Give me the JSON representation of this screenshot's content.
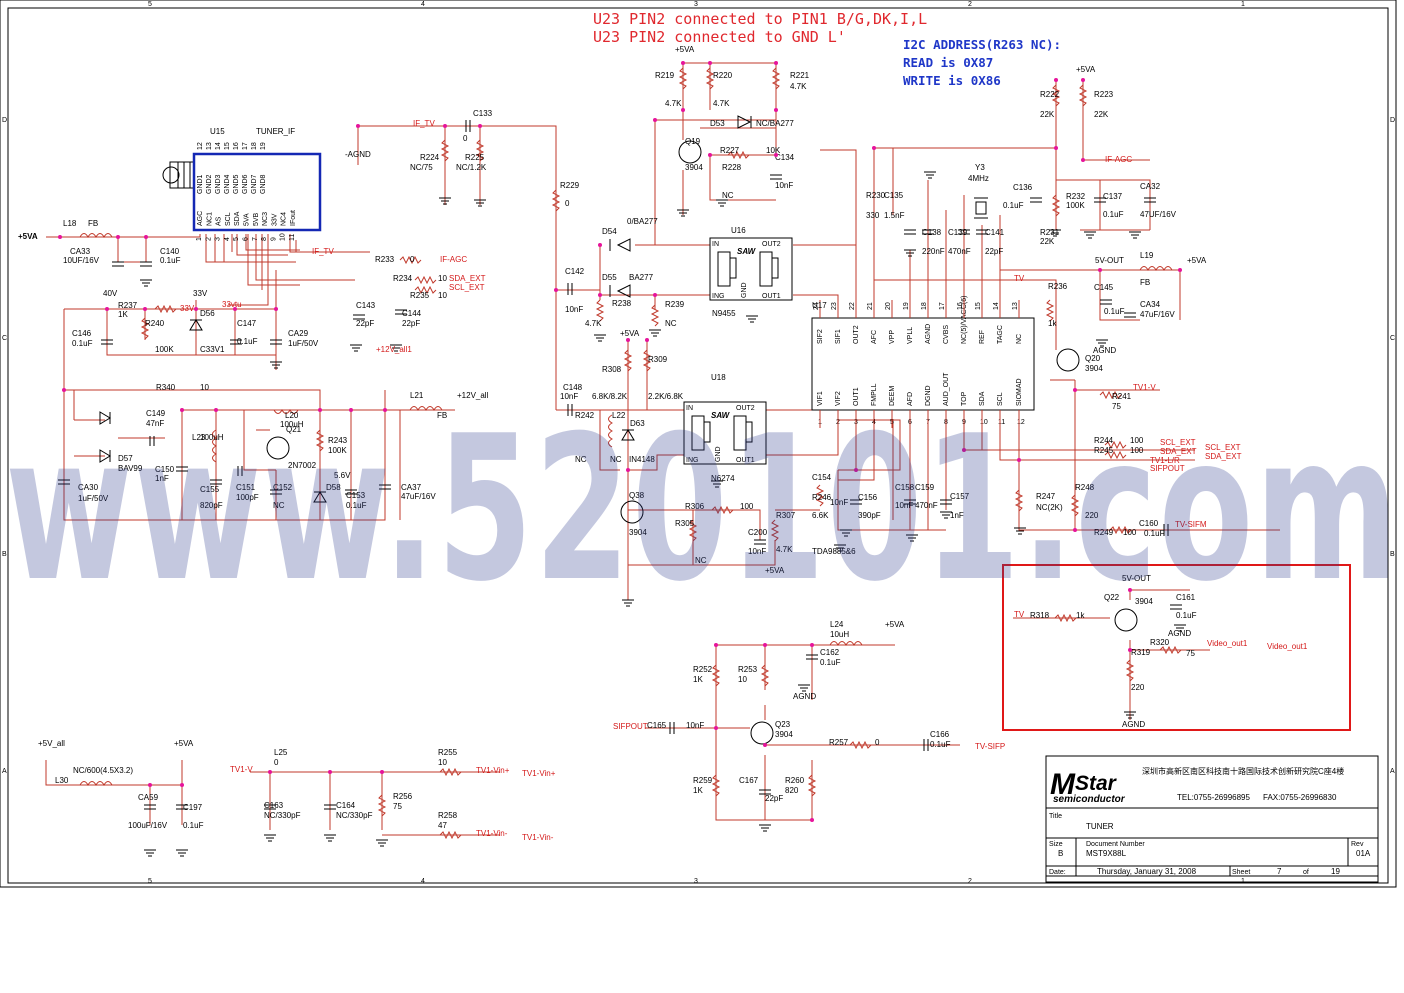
{
  "notes": [
    "U23 PIN2 connected to PIN1 B/G,DK,I,L",
    "U23 PIN2 connected to GND L'"
  ],
  "i2c": [
    "I2C ADDRESS(R263 NC):",
    "READ is 0X87",
    "WRITE is 0X86"
  ],
  "watermark": "www.520101.com",
  "border_cols": [
    "5",
    "4",
    "3",
    "2",
    "1"
  ],
  "border_rows": [
    "D",
    "C",
    "B",
    "A"
  ],
  "tuner": {
    "ref": "U15",
    "name": "TUNER_IF",
    "pins": [
      "GND1",
      "GND2",
      "GND3",
      "GND4",
      "GND5",
      "GND6",
      "GND7",
      "GND8"
    ],
    "left_pins": [
      "AGC",
      "NC1",
      "AS",
      "SCL",
      "SDA",
      "5VA",
      "5VB",
      "NC3",
      "33V",
      "NC4",
      "IFout"
    ],
    "pin_nums_top": [
      "12",
      "13",
      "14",
      "15",
      "16",
      "17",
      "18",
      "19"
    ],
    "pin_nums_bot": [
      "1",
      "2",
      "3",
      "4",
      "5",
      "6",
      "7",
      "8",
      "9",
      "10",
      "11"
    ]
  },
  "power": {
    "p5va": "+5VA",
    "p40v": "40V",
    "p33v": "33V",
    "p12v": "+12V_all1",
    "p12v2": "+12V_all",
    "v5out": "5V-OUT",
    "agnd": "AGND",
    "p5vall": "+5V_all"
  },
  "nets": {
    "if_tv": "IF_TV",
    "if_tv2": "IF_TV",
    "if_agc": "IF-AGC",
    "if_agc2": "IF-AGC",
    "sda": "SDA_EXT",
    "scl": "SCL_EXT",
    "scl_r": "SCL_EXT",
    "sda_r": "SDA_EXT",
    "scl2": "SCL_EXT",
    "sda2": "SDA_EXT",
    "tv": "TV",
    "tv1v": "TV1-V",
    "tv1lr": "TV1-L/R",
    "sifpout": "SIFPOUT",
    "tvsifm": "TV-SIFM",
    "tvsifp": "TV-SIFP",
    "video": "Video_out1",
    "video2": "Video_out1",
    "tv1vin": "TV1-Vin+",
    "tv1vinp": "TV1-Vin+",
    "tv1vinn": "TV1-Vin-",
    "tv1vinn2": "TV1-Vin-",
    "agnd_t": "-AGND",
    "v33": "33V",
    "v33t": "33vtu",
    "sifpout2": "SIFPOUT",
    "tv2": "TV",
    "tv1v2": "TV1-V"
  },
  "comps": [
    {
      "r": "L18",
      "v": "FB"
    },
    {
      "r": "CA33",
      "v": "10UF/16V"
    },
    {
      "r": "C140",
      "v": "0.1uF"
    },
    {
      "r": "R237",
      "v": "1K"
    },
    {
      "r": "R240",
      "v": "100K"
    },
    {
      "r": "D56",
      "v": "C33V1"
    },
    {
      "r": "C147",
      "v": "0.1uF"
    },
    {
      "r": "CA29",
      "v": "1uF/50V"
    },
    {
      "r": "C146",
      "v": "0.1uF"
    },
    {
      "r": "R340",
      "v": "10"
    },
    {
      "r": "C149",
      "v": "47nF"
    },
    {
      "r": "D57",
      "v": "BAV99"
    },
    {
      "r": "CA30",
      "v": "1uF/50V"
    },
    {
      "r": "C150",
      "v": "1nF"
    },
    {
      "r": "L23",
      "v": "100uH"
    },
    {
      "r": "C155",
      "v": "820pF"
    },
    {
      "r": "C151",
      "v": "100pF"
    },
    {
      "r": "L20",
      "v": "100uH"
    },
    {
      "r": "Q21",
      "v": "2N7002"
    },
    {
      "r": "C152",
      "v": "NC"
    },
    {
      "r": "D58",
      "v": "5.6V"
    },
    {
      "r": "R243",
      "v": "100K"
    },
    {
      "r": "C153",
      "v": "0.1uF"
    },
    {
      "r": "CA37",
      "v": "47uF/16V"
    },
    {
      "r": "L21",
      "v": "FB"
    },
    {
      "r": "R224",
      "v": "NC/75"
    },
    {
      "r": "R225",
      "v": "NC/1.2K"
    },
    {
      "r": "C133",
      "v": "0"
    },
    {
      "r": "R229",
      "v": "0"
    },
    {
      "r": "R233",
      "v": "0"
    },
    {
      "r": "R234",
      "v": "10"
    },
    {
      "r": "R235",
      "v": "10"
    },
    {
      "r": "C143",
      "v": "22pF"
    },
    {
      "r": "C144",
      "v": "22pF"
    },
    {
      "r": "R219",
      "v": "4.7K"
    },
    {
      "r": "R220",
      "v": "4.7K"
    },
    {
      "r": "R221",
      "v": "4.7K"
    },
    {
      "r": "D53",
      "v": "NC/BA277"
    },
    {
      "r": "Q19",
      "v": "3904"
    },
    {
      "r": "R227",
      "v": "10K"
    },
    {
      "r": "R228",
      "v": "NC"
    },
    {
      "r": "C134",
      "v": "10nF"
    },
    {
      "r": "D54",
      "v": "0/BA277"
    },
    {
      "r": "D55",
      "v": "BA277"
    },
    {
      "r": "C142",
      "v": "10nF"
    },
    {
      "r": "R238",
      "v": "4.7K"
    },
    {
      "r": "R239",
      "v": "NC"
    },
    {
      "r": "U16",
      "v": "N9455"
    },
    {
      "r": "U18",
      "v": "N6274"
    },
    {
      "r": "R308",
      "v": "6.8K/8.2K"
    },
    {
      "r": "R309",
      "v": "2.2K/6.8K"
    },
    {
      "r": "C148",
      "v": "10nF"
    },
    {
      "r": "R242",
      "v": "NC"
    },
    {
      "r": "L22",
      "v": "NC"
    },
    {
      "r": "D63",
      "v": "IN4148"
    },
    {
      "r": "Q38",
      "v": "3904"
    },
    {
      "r": "R306",
      "v": "100"
    },
    {
      "r": "R305",
      "v": "NC"
    },
    {
      "r": "C200",
      "v": "10nF"
    },
    {
      "r": "R307",
      "v": "4.7K"
    },
    {
      "r": "C154",
      "v": "10nF"
    },
    {
      "r": "R246",
      "v": "6.6K"
    },
    {
      "r": "C156",
      "v": "390pF"
    },
    {
      "r": "C158",
      "v": "10nF"
    },
    {
      "r": "C159",
      "v": "470nF"
    },
    {
      "r": "C157",
      "v": "1nF"
    },
    {
      "r": "U17",
      "v": "TDA9885&6"
    },
    {
      "r": "R230",
      "v": "330"
    },
    {
      "r": "C135",
      "v": "1.5nF"
    },
    {
      "r": "C138",
      "v": "220nF"
    },
    {
      "r": "C139",
      "v": "470nF"
    },
    {
      "r": "Y3",
      "v": "4MHz"
    },
    {
      "r": "C141",
      "v": "22pF"
    },
    {
      "r": "R222",
      "v": "22K"
    },
    {
      "r": "R223",
      "v": "22K"
    },
    {
      "r": "C136",
      "v": "0.1uF"
    },
    {
      "r": "R232",
      "v": "100K"
    },
    {
      "r": "R231",
      "v": "22K"
    },
    {
      "r": "C137",
      "v": "0.1uF"
    },
    {
      "r": "CA32",
      "v": "47UF/16V"
    },
    {
      "r": "L19",
      "v": "FB"
    },
    {
      "r": "C145",
      "v": "0.1uF"
    },
    {
      "r": "CA34",
      "v": "47uF/16V"
    },
    {
      "r": "R236",
      "v": "1k"
    },
    {
      "r": "Q20",
      "v": "3904"
    },
    {
      "r": "R241",
      "v": "75"
    },
    {
      "r": "R244",
      "v": "100"
    },
    {
      "r": "R245",
      "v": "100"
    },
    {
      "r": "R247",
      "v": "NC(2K)"
    },
    {
      "r": "R248",
      "v": "220"
    },
    {
      "r": "R249",
      "v": "100"
    },
    {
      "r": "C160",
      "v": "0.1uF"
    },
    {
      "r": "Q22",
      "v": "3904"
    },
    {
      "r": "C161",
      "v": "0.1uF"
    },
    {
      "r": "R318",
      "v": "1k"
    },
    {
      "r": "R320",
      "v": "75"
    },
    {
      "r": "R319",
      "v": "220"
    },
    {
      "r": "L24",
      "v": "10uH"
    },
    {
      "r": "C162",
      "v": "0.1uF"
    },
    {
      "r": "R252",
      "v": "1K"
    },
    {
      "r": "R253",
      "v": "10"
    },
    {
      "r": "Q23",
      "v": "3904"
    },
    {
      "r": "C165",
      "v": "10nF"
    },
    {
      "r": "R257",
      "v": "0"
    },
    {
      "r": "C166",
      "v": "0.1uF"
    },
    {
      "r": "R259",
      "v": "1K"
    },
    {
      "r": "C167",
      "v": "22pF"
    },
    {
      "r": "R260",
      "v": "820"
    },
    {
      "r": "L30",
      "v": "NC/600(4.5X3.2)"
    },
    {
      "r": "CA59",
      "v": "100uF/16V"
    },
    {
      "r": "C197",
      "v": "0.1uF"
    },
    {
      "r": "L25",
      "v": "0"
    },
    {
      "r": "C163",
      "v": "NC/330pF"
    },
    {
      "r": "C164",
      "v": "NC/330pF"
    },
    {
      "r": "R256",
      "v": "75"
    },
    {
      "r": "R255",
      "v": "10"
    },
    {
      "r": "R258",
      "v": "47"
    }
  ],
  "u17_top_pins": [
    "SIF2",
    "SIF1",
    "OUT2",
    "AFC",
    "VPP",
    "VPLL",
    "AGND",
    "CVBS",
    "NC(5)/VAGC(6)",
    "REF",
    "TAGC",
    "NC"
  ],
  "u17_top_nums": [
    "24",
    "23",
    "22",
    "21",
    "20",
    "19",
    "18",
    "17",
    "16",
    "15",
    "14",
    "13"
  ],
  "u17_bot_pins": [
    "VIF1",
    "VIF2",
    "OUT1",
    "FMPLL",
    "DEEM",
    "AFD",
    "DGND",
    "AUD_OUT",
    "TOP",
    "SDA",
    "SCL",
    "SIOMAD"
  ],
  "u17_bot_nums": [
    "1",
    "2",
    "3",
    "4",
    "5",
    "6",
    "7",
    "8",
    "9",
    "10",
    "11",
    "12"
  ],
  "saw": {
    "label": "SAW",
    "in": "IN",
    "ing": "ING",
    "gnd": "GND",
    "out1": "OUT1",
    "out2": "OUT2"
  },
  "titleblock": {
    "company": "深圳市高新区南区科技南十路国际技术创新研究院C座4楼",
    "logo1": "Star",
    "logo2": "semiconductor",
    "tel": "TEL:0755-26996895",
    "fax": "FAX:0755-26996830",
    "title_lbl": "Title",
    "title": "TUNER",
    "size_lbl": "Size",
    "size": "B",
    "doc_lbl": "Document Number",
    "doc": "MST9X88L",
    "rev_lbl": "Rev",
    "rev": "01A",
    "date_lbl": "Date:",
    "date": "Thursday, January 31, 2008",
    "sheet_lbl": "Sheet",
    "sheet": "7",
    "of": "of",
    "total": "19"
  }
}
